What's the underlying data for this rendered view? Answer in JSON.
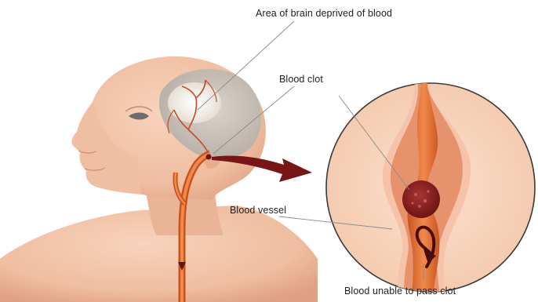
{
  "labels": {
    "brain_area": "Area of brain deprived of blood",
    "blood_clot": "Blood clot",
    "blood_vessel": "Blood vessel",
    "blocked_flow": "Blood unable to pass clot"
  },
  "colors": {
    "skin": "#f2c3a6",
    "skin_shadow": "#dc9f82",
    "brain": "#c9c2ba",
    "brain_damaged": "#ece8e2",
    "artery": "#e8773d",
    "artery_dark": "#c65424",
    "clot": "#8d2222",
    "arrow": "#7a1515",
    "leader_line": "#8a8a8a"
  }
}
